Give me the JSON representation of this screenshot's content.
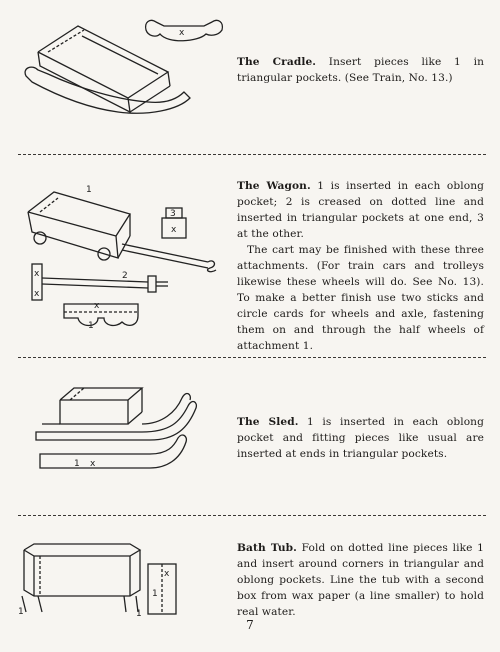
{
  "cradle": {
    "title": "The Cradle.",
    "body": "Insert pieces like 1 in triangular pockets. (See Train, No. 13.)"
  },
  "wagon": {
    "title": "The Wagon.",
    "body": "1 is inserted in each oblong pocket; 2 is creased on dotted line and inserted in triangular pockets at one end, 3 at the other.",
    "body2": "The cart may be finished with these three attachments. (For train cars and trolleys likewise these wheels will do. See No. 13). To make a better finish use two sticks and circle cards for wheels and axle, fastening them on and through the half wheels of attachment 1."
  },
  "sled": {
    "title": "The Sled.",
    "body": "1 is inserted in each oblong pocket and fitting pieces like usual are inserted at ends in triangular pockets."
  },
  "bathtub": {
    "title": "Bath Tub.",
    "body": "Fold on dotted line pieces like 1 and insert around corners in triangular and oblong pockets. Line the tub with a second box from wax paper (a line smaller) to hold real water."
  },
  "figure_labels": {
    "x": "x",
    "one": "1",
    "two": "2",
    "three": "3"
  },
  "page_number": "7"
}
